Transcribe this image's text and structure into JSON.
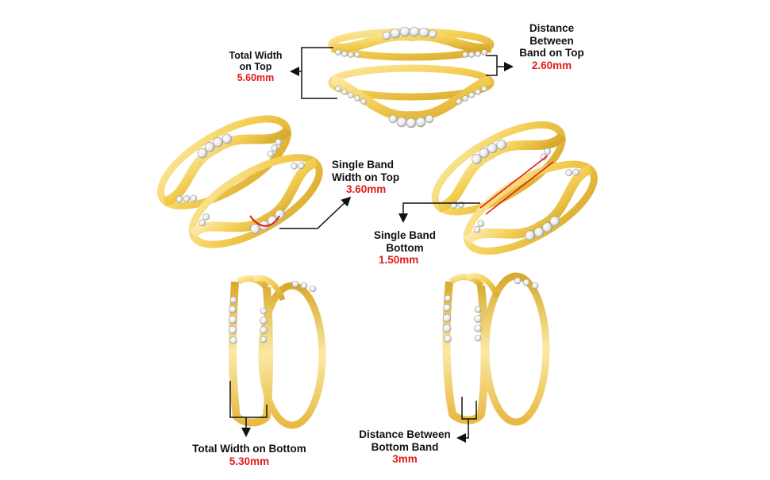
{
  "colors": {
    "gold": "#f4cf55",
    "gold_dark": "#d8a92c",
    "gold_light": "#fbe9a4",
    "stone": "#f1f1f1",
    "stone_edge": "#9a9a9a",
    "pointer": "#111111",
    "highlight": "#e11b1b"
  },
  "annotations": {
    "total_width_top": {
      "lines": [
        "Total Width",
        "on Top"
      ],
      "value": "5.60mm"
    },
    "distance_between_top": {
      "lines": [
        "Distance",
        "Between",
        "Band on Top"
      ],
      "value": "2.60mm"
    },
    "single_band_width_top": {
      "lines": [
        "Single Band",
        "Width on Top"
      ],
      "value": "3.60mm"
    },
    "single_band_bottom": {
      "lines": [
        "Single Band",
        "Bottom"
      ],
      "value": "1.50mm"
    },
    "total_width_bottom": {
      "lines": [
        "Total Width on Bottom"
      ],
      "value": "5.30mm"
    },
    "distance_between_bottom": {
      "lines": [
        "Distance Between",
        "Bottom Band"
      ],
      "value": "3mm"
    }
  }
}
